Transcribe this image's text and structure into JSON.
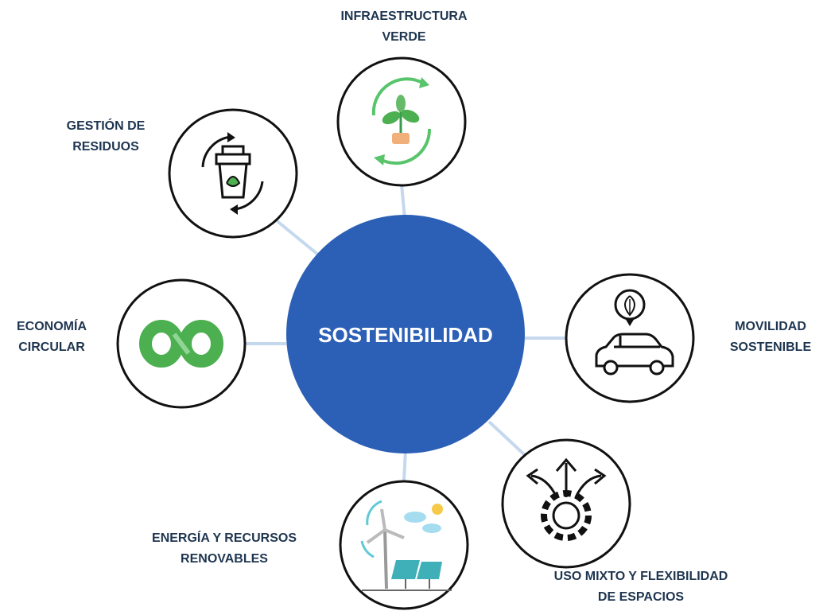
{
  "center": {
    "label": "SOSTENIBILIDAD",
    "color": "#2c5fb6"
  },
  "colors": {
    "connector": "#c5d8ee",
    "node_border": "#111111",
    "label_text": "#1e3550",
    "icon_green": "#4caf50"
  },
  "nodes": [
    {
      "id": "infraestructura",
      "icon": "plant-cycle-icon",
      "label_lines": [
        "INFRAESTRUCTURA",
        "VERDE"
      ]
    },
    {
      "id": "residuos",
      "icon": "recycle-bin-icon",
      "label_lines": [
        "GESTIÓN DE",
        "RESIDUOS"
      ]
    },
    {
      "id": "economia",
      "icon": "infinity-loop-icon",
      "label_lines": [
        "ECONOMÍA",
        "CIRCULAR"
      ]
    },
    {
      "id": "movilidad",
      "icon": "eco-car-icon",
      "label_lines": [
        "MOVILIDAD",
        "SOSTENIBLE"
      ]
    },
    {
      "id": "uso-mixto",
      "icon": "gear-arrows-icon",
      "label_lines": [
        "USO MIXTO Y FLEXIBILIDAD",
        "DE ESPACIOS"
      ]
    },
    {
      "id": "energia",
      "icon": "wind-solar-icon",
      "label_lines": [
        "ENERGÍA Y RECURSOS",
        "RENOVABLES"
      ]
    }
  ]
}
